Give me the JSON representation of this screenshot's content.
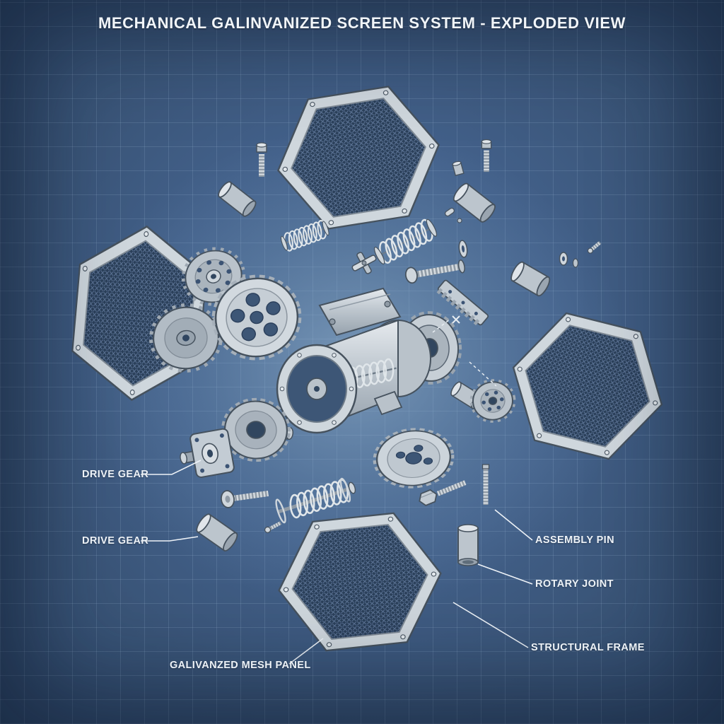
{
  "title": "MECHANICAL GALINVANIZED SCREEN SYSTEM - EXPLODED VIEW",
  "labels": {
    "drive_gear_upper": "DRIVE GEAR",
    "drive_gear_lower": "DRIVE GEAR",
    "galvanized_mesh_panel": "GALIVANZED MESH PANEL",
    "assembly_pin": "ASSEMBLY PIN",
    "rotary_joint": "ROTARY JOINT",
    "structural_frame": "STRUCTURAL FRAME"
  },
  "colors": {
    "background_blue": "#3e5a7d",
    "grid_line": "#7d9cba",
    "label_text": "#edf2f7",
    "metal_light": "#e0e5ea",
    "metal_mid": "#bcc5cd",
    "metal_dark": "#6e7b88",
    "mesh_fill": "#2b405a"
  }
}
